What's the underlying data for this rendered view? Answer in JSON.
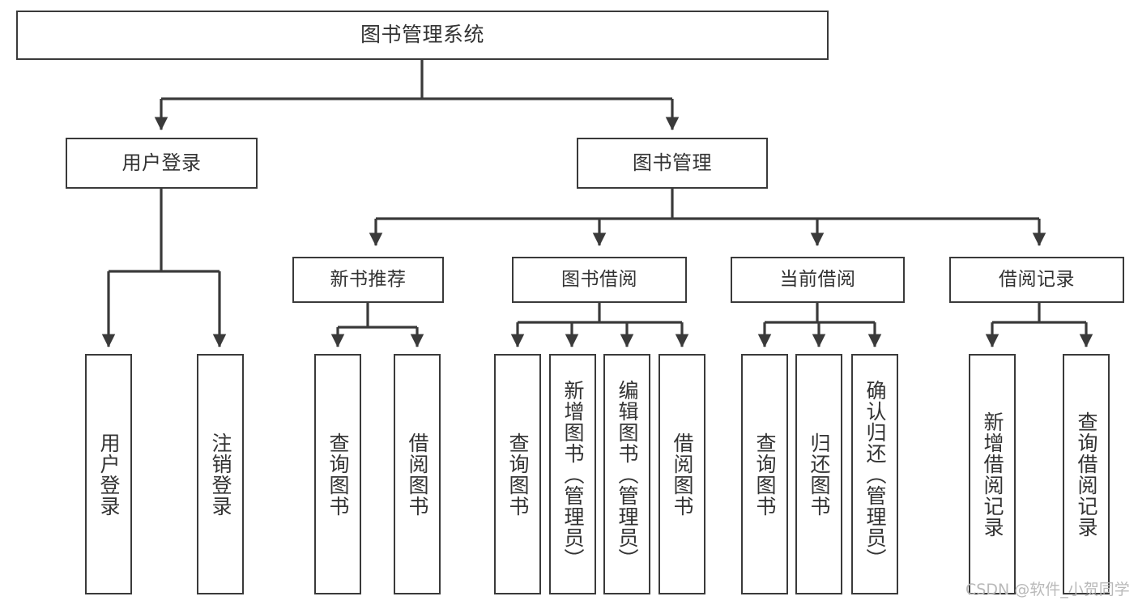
{
  "diagram": {
    "type": "tree-hierarchy-chart",
    "title": "图书管理系统",
    "watermark": "CSDN @软件_小贺同学",
    "stroke_color": "#3a3a3a",
    "text_color": "#333333",
    "background_color": "#ffffff",
    "watermark_color": "#b9b9b9"
  },
  "nodes": {
    "root": {
      "label": "图书管理系统",
      "level": 0
    },
    "level1": [
      {
        "id": "user-login",
        "label": "用户登录"
      },
      {
        "id": "book-management",
        "label": "图书管理"
      }
    ],
    "level2": [
      {
        "id": "new-book-recommend",
        "label": "新书推荐",
        "parent": "book-management"
      },
      {
        "id": "book-borrow",
        "label": "图书借阅",
        "parent": "book-management"
      },
      {
        "id": "current-borrow",
        "label": "当前借阅",
        "parent": "book-management"
      },
      {
        "id": "borrow-record",
        "label": "借阅记录",
        "parent": "book-management"
      }
    ],
    "leaves": [
      {
        "id": "leaf-user-login",
        "label": "用户登录",
        "parent": "user-login"
      },
      {
        "id": "leaf-logout",
        "label": "注销登录",
        "parent": "user-login"
      },
      {
        "id": "leaf-query-book-1",
        "label": "查询图书",
        "parent": "new-book-recommend"
      },
      {
        "id": "leaf-borrow-book-1",
        "label": "借阅图书",
        "parent": "new-book-recommend"
      },
      {
        "id": "leaf-query-book-2",
        "label": "查询图书",
        "parent": "book-borrow"
      },
      {
        "id": "leaf-add-book",
        "label": "新增图书（管理员）",
        "parent": "book-borrow"
      },
      {
        "id": "leaf-edit-book",
        "label": "编辑图书（管理员）",
        "parent": "book-borrow"
      },
      {
        "id": "leaf-borrow-book-2",
        "label": "借阅图书",
        "parent": "book-borrow"
      },
      {
        "id": "leaf-query-book-3",
        "label": "查询图书",
        "parent": "current-borrow"
      },
      {
        "id": "leaf-return-book",
        "label": "归还图书",
        "parent": "current-borrow"
      },
      {
        "id": "leaf-confirm-return",
        "label": "确认归还（管理员）",
        "parent": "current-borrow"
      },
      {
        "id": "leaf-add-record",
        "label": "新增借阅记录",
        "parent": "borrow-record"
      },
      {
        "id": "leaf-query-record",
        "label": "查询借阅记录",
        "parent": "borrow-record"
      }
    ]
  }
}
